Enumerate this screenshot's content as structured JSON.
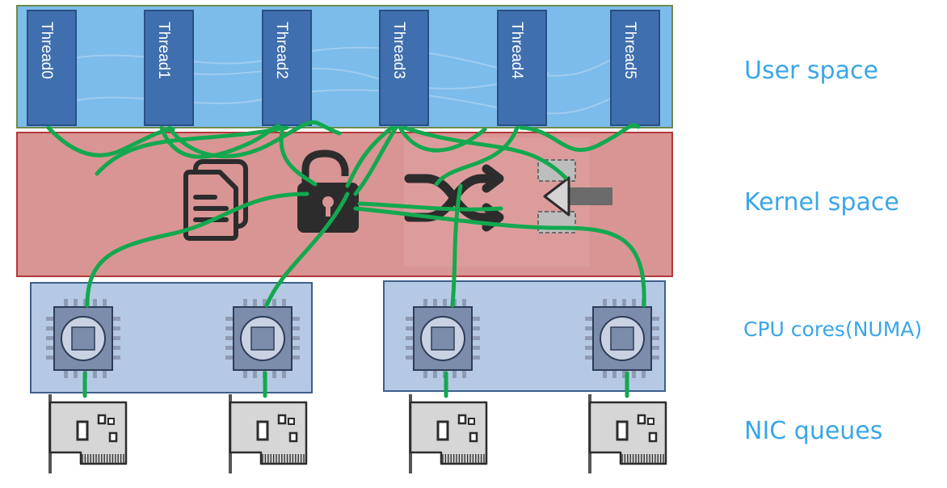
{
  "layers": {
    "user": "User space",
    "kernel": "Kernel space",
    "cpu": "CPU cores(NUMA)",
    "nic": "NIC queues"
  },
  "threads": [
    "Thread0",
    "Thread1",
    "Thread2",
    "Thread3",
    "Thread4",
    "Thread5"
  ],
  "icons": {
    "document": "document-icon",
    "lock": "padlock-icon",
    "shuffle": "shuffle-icon",
    "queue": "queue-icon",
    "cpu": "cpu-chip-icon",
    "nic": "nic-card-icon"
  },
  "colors": {
    "user_space": "#7bbcea",
    "kernel_space": "#d99494",
    "cpu_box": "#b5c9e4",
    "thread": "#3f6fae",
    "wire": "#13a84f"
  }
}
